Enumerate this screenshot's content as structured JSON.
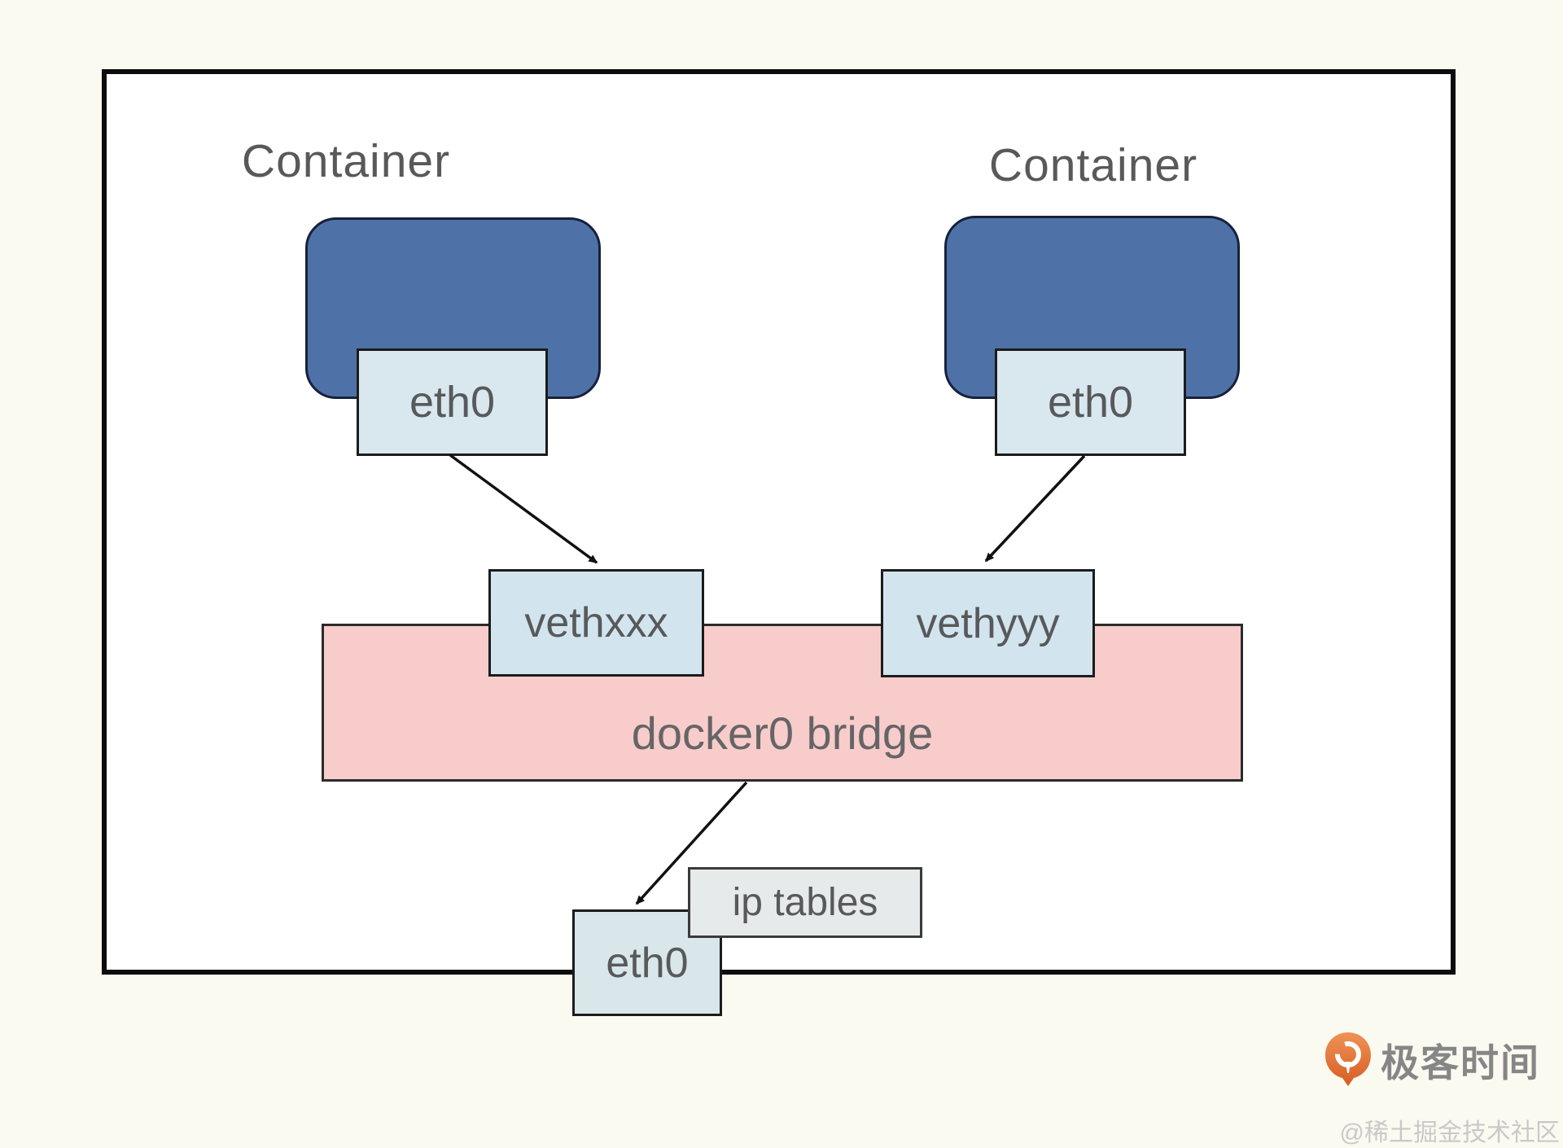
{
  "diagram": {
    "title_implicit": "docker bridge network topology",
    "host": {
      "boundary": "host network namespace"
    },
    "containers": [
      {
        "label": "Container",
        "interface": "eth0"
      },
      {
        "label": "Container",
        "interface": "eth0"
      }
    ],
    "veth_pairs": [
      {
        "label": "vethxxx"
      },
      {
        "label": "vethyyy"
      }
    ],
    "bridge": {
      "label": "docker0 bridge"
    },
    "iptables": {
      "label": "ip tables"
    },
    "host_interface": {
      "label": "eth0"
    },
    "edges": [
      {
        "from": "container-left eth0",
        "to": "vethxxx"
      },
      {
        "from": "container-right eth0",
        "to": "vethyyy"
      },
      {
        "from": "docker0 bridge",
        "to": "host eth0"
      }
    ]
  },
  "branding": {
    "logo_text": "极客时间",
    "watermark": "@稀土掘金技术社区"
  },
  "colors": {
    "page_background": "#fafaf1",
    "host_fill": "#ffffff",
    "host_border": "#0c0c0c",
    "container_fill": "#4e72a8",
    "container_border": "#16213a",
    "eth_fill": "#d9e8ef",
    "veth_fill": "#d2e5ee",
    "bridge_fill": "#f8cccb",
    "iptables_fill": "#e7eaea",
    "text_gray": "#595959",
    "logo_orange": "#e0752f",
    "watermark_gray": "#c9c9c9"
  }
}
